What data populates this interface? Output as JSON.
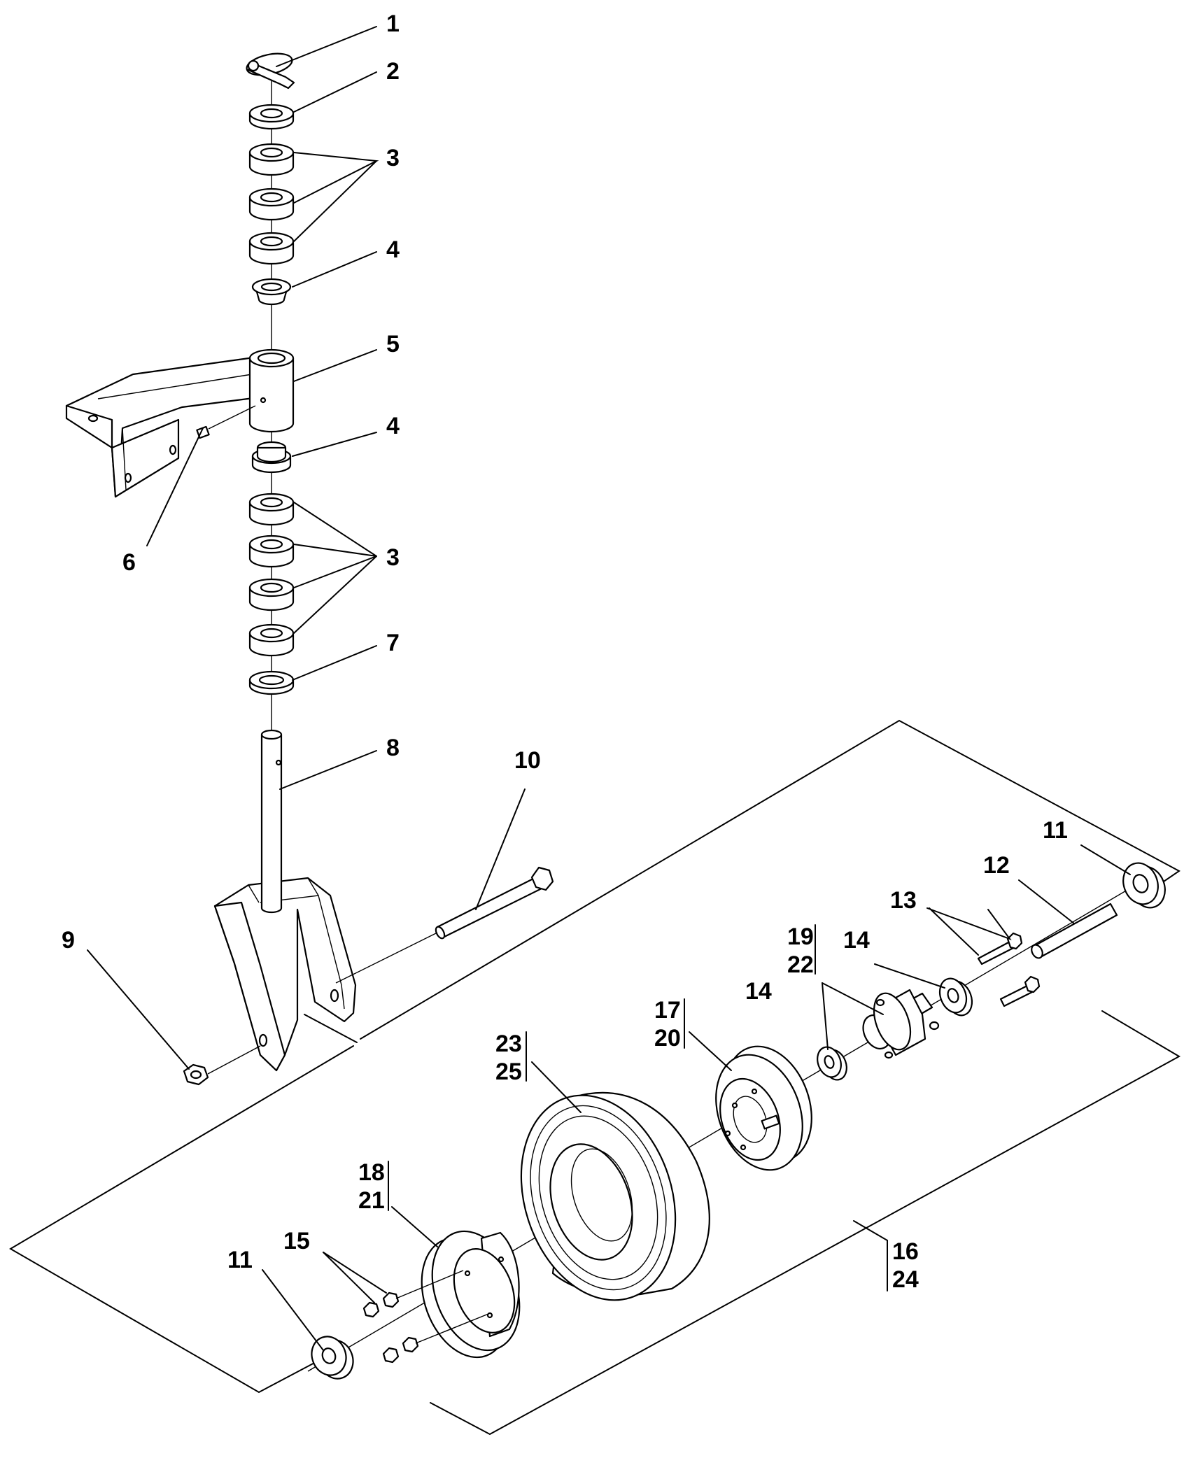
{
  "diagram": {
    "type": "exploded-parts-view",
    "callouts": {
      "c1": "1",
      "c2": "2",
      "c3_upper": "3",
      "c4_upper": "4",
      "c5": "5",
      "c4_lower": "4",
      "c6": "6",
      "c3_lower": "3",
      "c7": "7",
      "c8": "8",
      "c9": "9",
      "c10": "10",
      "c11_right": "11",
      "c12": "12",
      "c13": "13",
      "c14_right": "14",
      "c14_left": "14",
      "c19": "19",
      "c22": "22",
      "c17": "17",
      "c20": "20",
      "c23": "23",
      "c25": "25",
      "c18": "18",
      "c21": "21",
      "c15": "15",
      "c11_left": "11",
      "c16": "16",
      "c24": "24"
    }
  }
}
